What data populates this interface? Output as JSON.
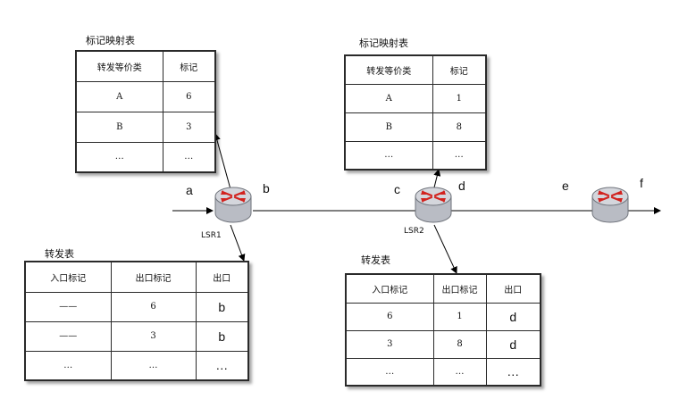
{
  "lsr1": {
    "name": "LSR1",
    "map_caption": "标记映射表",
    "map_headers": [
      "转发等价类",
      "标记"
    ],
    "map_rows": [
      [
        "A",
        "6"
      ],
      [
        "B",
        "3"
      ],
      [
        "…",
        "…"
      ]
    ],
    "fwd_caption": "转发表",
    "fwd_headers": [
      "入口标记",
      "出口标记",
      "出口"
    ],
    "fwd_rows": [
      [
        "——",
        "6",
        "b"
      ],
      [
        "——",
        "3",
        "b"
      ],
      [
        "…",
        "…",
        "…"
      ]
    ]
  },
  "lsr2": {
    "name": "LSR2",
    "map_caption": "标记映射表",
    "map_headers": [
      "转发等价类",
      "标记"
    ],
    "map_rows": [
      [
        "A",
        "1"
      ],
      [
        "B",
        "8"
      ],
      [
        "…",
        "…"
      ]
    ],
    "fwd_caption": "转发表",
    "fwd_headers": [
      "入口标记",
      "出口标记",
      "出口"
    ],
    "fwd_rows": [
      [
        "6",
        "1",
        "d"
      ],
      [
        "3",
        "8",
        "d"
      ],
      [
        "…",
        "…",
        "…"
      ]
    ]
  },
  "links": [
    "a",
    "b",
    "c",
    "d",
    "e",
    "f"
  ],
  "colors": {
    "line": "#000000",
    "router_body": "#b9bcc4",
    "router_top": "#d4d6dc",
    "arrows": "#d2231f"
  }
}
